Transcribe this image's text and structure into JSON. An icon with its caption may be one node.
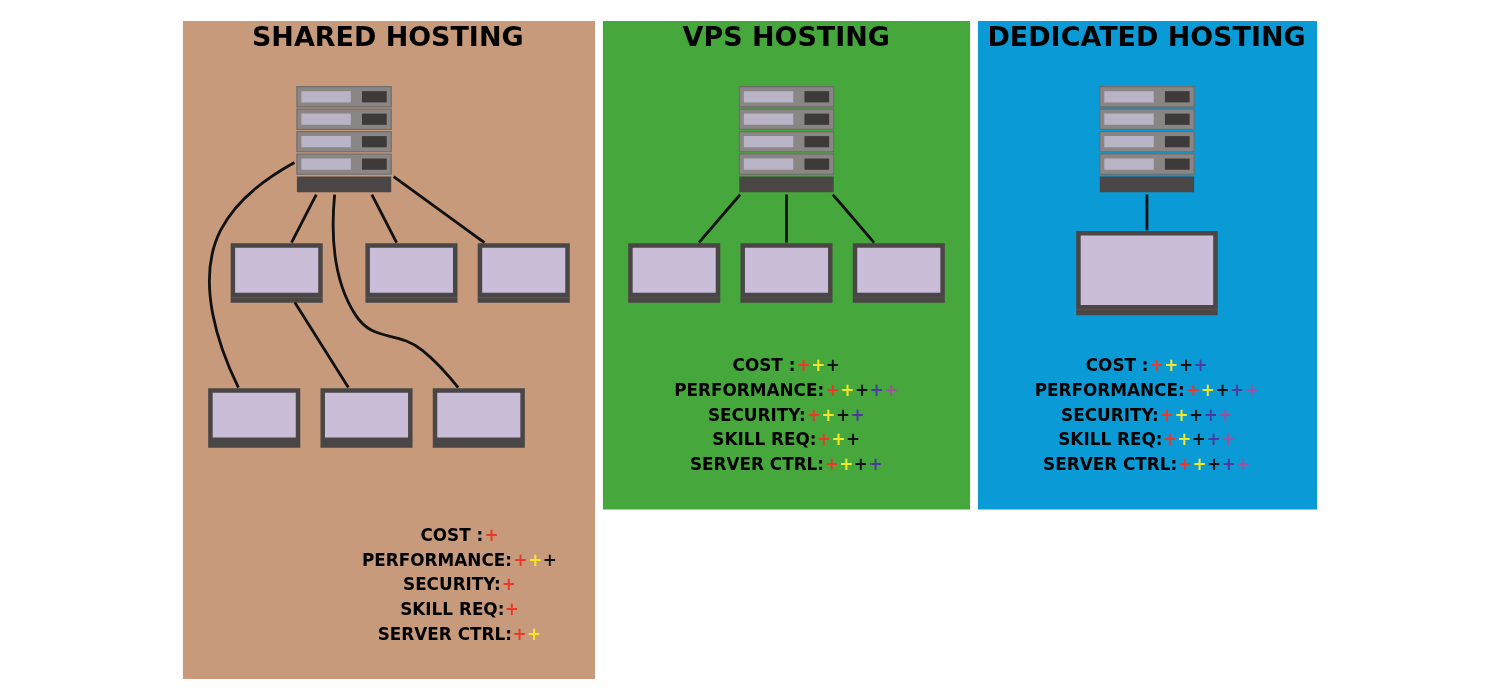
{
  "diagram": {
    "nodes": [
      {
        "text": [
          "SHARED HOSTING",
          "COST :+",
          "PERFORMANCE:+++",
          "SECURITY:+",
          "SKILL REQ:+",
          "SERVER CTRL:++"
        ]
      },
      {
        "text": [],
        "shape": "server",
        "in": 0
      },
      {
        "text": [],
        "shape": "laptop",
        "in": 0
      },
      {
        "text": [],
        "shape": "laptop",
        "in": 0
      },
      {
        "text": [],
        "shape": "laptop",
        "in": 0
      },
      {
        "text": [],
        "shape": "laptop",
        "in": 0
      },
      {
        "text": [],
        "shape": "laptop",
        "in": 0
      },
      {
        "text": [],
        "shape": "laptop",
        "in": 0
      },
      {
        "text": [
          "VPS HOSTING",
          "COST :+++",
          "PERFORMANCE:+++++",
          "SECURITY:++++",
          "SKILL REQ:+++",
          "SERVER CTRL:++++"
        ]
      },
      {
        "text": [],
        "shape": "server",
        "in": 8
      },
      {
        "text": [],
        "shape": "laptop",
        "in": 8
      },
      {
        "text": [],
        "shape": "laptop",
        "in": 8
      },
      {
        "text": [],
        "shape": "laptop",
        "in": 8
      },
      {
        "text": [
          "DEDICATED HOSTING",
          "COST :++++",
          "PERFORMANCE:+++++",
          "SECURITY:+++++",
          "SKILL REQ:+++++",
          "SERVER CTRL:+++++"
        ]
      },
      {
        "text": [],
        "shape": "server",
        "in": 13
      },
      {
        "text": [],
        "shape": "laptop",
        "in": 13
      }
    ],
    "edges": [
      {
        "from": 1,
        "to": 2,
        "arrow": "none"
      },
      {
        "from": 1,
        "to": 5,
        "arrow": "none"
      },
      {
        "from": 1,
        "to": 3,
        "arrow": "none"
      },
      {
        "from": 1,
        "to": 6,
        "arrow": "none"
      },
      {
        "from": 1,
        "to": 4,
        "arrow": "none"
      },
      {
        "from": 3,
        "to": 7,
        "arrow": "none"
      },
      {
        "from": 9,
        "to": 10,
        "arrow": "none"
      },
      {
        "from": 9,
        "to": 11,
        "arrow": "none"
      },
      {
        "from": 9,
        "to": 12,
        "arrow": "none"
      },
      {
        "from": 14,
        "to": 15,
        "arrow": "none"
      }
    ]
  }
}
